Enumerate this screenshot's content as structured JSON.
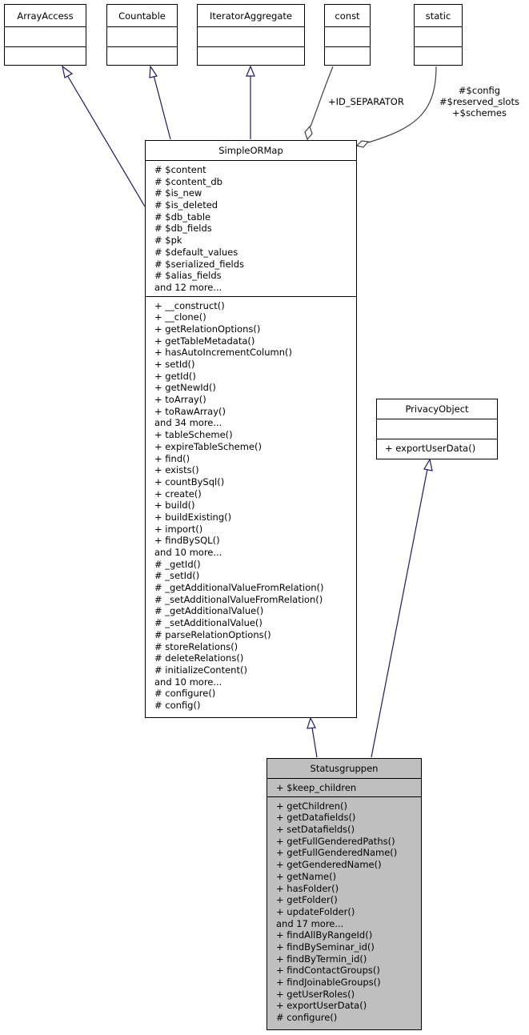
{
  "colors": {
    "edge_navy": "#191970",
    "edge_gray": "#404040",
    "highlight": "#bfbfbf"
  },
  "interfaces": [
    {
      "id": "ArrayAccess",
      "name": "ArrayAccess"
    },
    {
      "id": "Countable",
      "name": "Countable"
    },
    {
      "id": "IteratorAggregate",
      "name": "IteratorAggregate"
    },
    {
      "id": "const",
      "name": "const"
    },
    {
      "id": "static",
      "name": "static"
    }
  ],
  "simpleormap": {
    "name": "SimpleORMap",
    "attributes": [
      "# $content",
      "# $content_db",
      "# $is_new",
      "# $is_deleted",
      "# $db_table",
      "# $db_fields",
      "# $pk",
      "# $default_values",
      "# $serialized_fields",
      "# $alias_fields",
      "and 12 more..."
    ],
    "methods": [
      "+ __construct()",
      "+ __clone()",
      "+ getRelationOptions()",
      "+ getTableMetadata()",
      "+ hasAutoIncrementColumn()",
      "+ setId()",
      "+ getId()",
      "+ getNewId()",
      "+ toArray()",
      "+ toRawArray()",
      "and 34 more...",
      "+ tableScheme()",
      "+ expireTableScheme()",
      "+ find()",
      "+ exists()",
      "+ countBySql()",
      "+ create()",
      "+ build()",
      "+ buildExisting()",
      "+ import()",
      "+ findBySQL()",
      "and 10 more...",
      "# _getId()",
      "# _setId()",
      "# _getAdditionalValueFromRelation()",
      "# _setAdditionalValueFromRelation()",
      "# _getAdditionalValue()",
      "# _setAdditionalValue()",
      "# parseRelationOptions()",
      "# storeRelations()",
      "# deleteRelations()",
      "# initializeContent()",
      "and 10 more...",
      "# configure()",
      "# config()"
    ]
  },
  "privacyobject": {
    "name": "PrivacyObject",
    "methods": [
      "+ exportUserData()"
    ]
  },
  "statusgruppen": {
    "name": "Statusgruppen",
    "attributes": [
      "+ $keep_children"
    ],
    "methods": [
      "+ getChildren()",
      "+ getDatafields()",
      "+ setDatafields()",
      "+ getFullGenderedPaths()",
      "+ getFullGenderedName()",
      "+ getGenderedName()",
      "+ getName()",
      "+ hasFolder()",
      "+ getFolder()",
      "+ updateFolder()",
      "and 17 more...",
      "+ findAllByRangeId()",
      "+ findBySeminar_id()",
      "+ findByTermin_id()",
      "+ findContactGroups()",
      "+ findJoinableGroups()",
      "+ getUserRoles()",
      "+ exportUserData()",
      "# configure()"
    ]
  },
  "edge_labels": {
    "const_label": "+ID_SEPARATOR",
    "static_label_lines": [
      "#$config",
      "#$reserved_slots",
      "+$schemes"
    ]
  }
}
